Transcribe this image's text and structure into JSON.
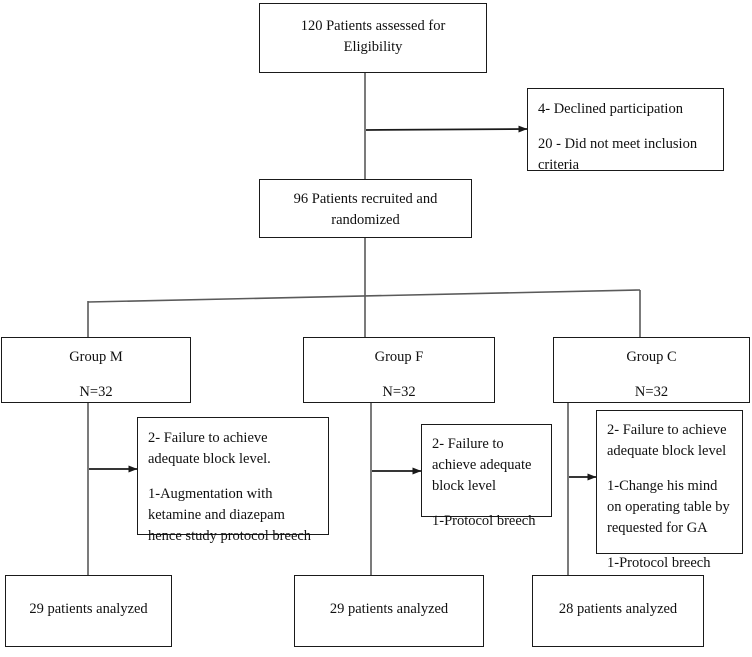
{
  "diagram": {
    "title": "CONSORT participant flow diagram",
    "stroke_color": "#1a1a1a",
    "background_color": "#ffffff"
  },
  "nodes": {
    "eligibility": {
      "lines": [
        "120 Patients assessed for",
        "Eligibility"
      ]
    },
    "excluded": {
      "lines": [
        "4- Declined participation",
        "20 - Did not meet inclusion criteria"
      ]
    },
    "randomized": {
      "lines": [
        "96 Patients recruited and",
        "randomized"
      ]
    },
    "group_m": {
      "name": "Group M",
      "count": "N=32"
    },
    "group_f": {
      "name": "Group F",
      "count": "N=32"
    },
    "group_c": {
      "name": "Group C",
      "count": "N=32"
    },
    "dropout_m": {
      "lines": [
        "2- Failure to achieve adequate block level.",
        "1-Augmentation with ketamine and diazepam hence study protocol breech"
      ]
    },
    "dropout_f": {
      "lines": [
        "2- Failure to achieve adequate block level",
        "1-Protocol breech"
      ]
    },
    "dropout_c": {
      "lines": [
        "2- Failure to achieve adequate block level",
        "1-Change his mind on operating table by requested for GA",
        "1-Protocol breech"
      ]
    },
    "analyzed_m": {
      "label": "29 patients analyzed"
    },
    "analyzed_f": {
      "label": "29 patients analyzed"
    },
    "analyzed_c": {
      "label": "28 patients analyzed"
    }
  }
}
